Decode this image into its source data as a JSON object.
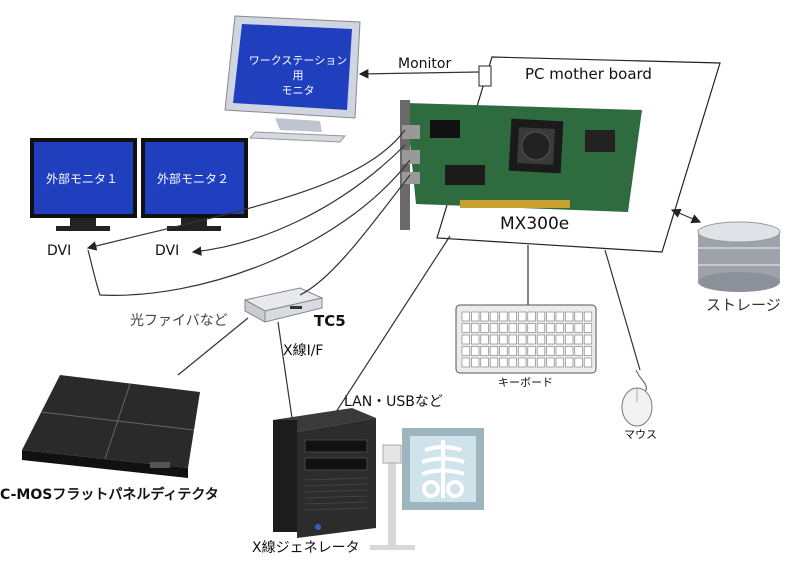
{
  "labels": {
    "workstation_monitor": "ワークステーション用\nモニタ",
    "monitor_link": "Monitor",
    "pc_board": "PC mother board",
    "board_name": "MX300e",
    "external_monitor_1": "外部モニタ１",
    "external_monitor_2": "外部モニタ２",
    "dvi_1": "DVI",
    "dvi_2": "DVI",
    "optical_fiber": "光ファイバなど",
    "tc5": "TC5",
    "xray_if": "X線I/F",
    "lan_usb": "LAN・USBなど",
    "keyboard": "キーボード",
    "mouse": "マウス",
    "storage": "ストレージ",
    "flat_panel": "C-MOSフラットパネルディテクタ",
    "xray_generator": "X線ジェネレータ"
  },
  "colors": {
    "screen_blue": "#1f3fbf",
    "board_green": "#2e6b3f",
    "line": "#333333"
  }
}
